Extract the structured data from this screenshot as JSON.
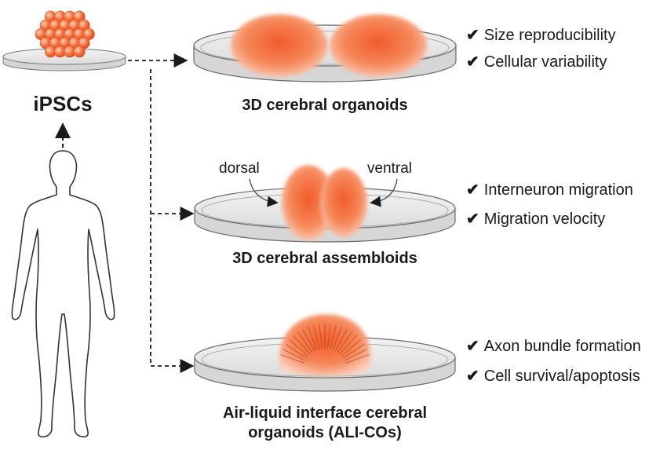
{
  "source": {
    "label": "iPSCs"
  },
  "models": [
    {
      "title": "3D cerebral organoids",
      "readouts": [
        "Size reproducibility",
        "Cellular variability"
      ]
    },
    {
      "title": "3D cerebral assembloids",
      "region_left": "dorsal",
      "region_right": "ventral",
      "readouts": [
        "Interneuron migration",
        "Migration velocity"
      ]
    },
    {
      "title_line1": "Air-liquid interface cerebral",
      "title_line2": "organoids (ALI-COs)",
      "readouts": [
        "Axon bundle formation",
        "Cell survival/apoptosis"
      ]
    }
  ],
  "check_symbol": "✔",
  "colors": {
    "organoid": "#f26a3c",
    "dish": "#e6e6e6",
    "outline": "#6a6a6a"
  },
  "icons": [
    "human-body-icon",
    "cell-cluster-icon",
    "petri-dish-icon"
  ]
}
